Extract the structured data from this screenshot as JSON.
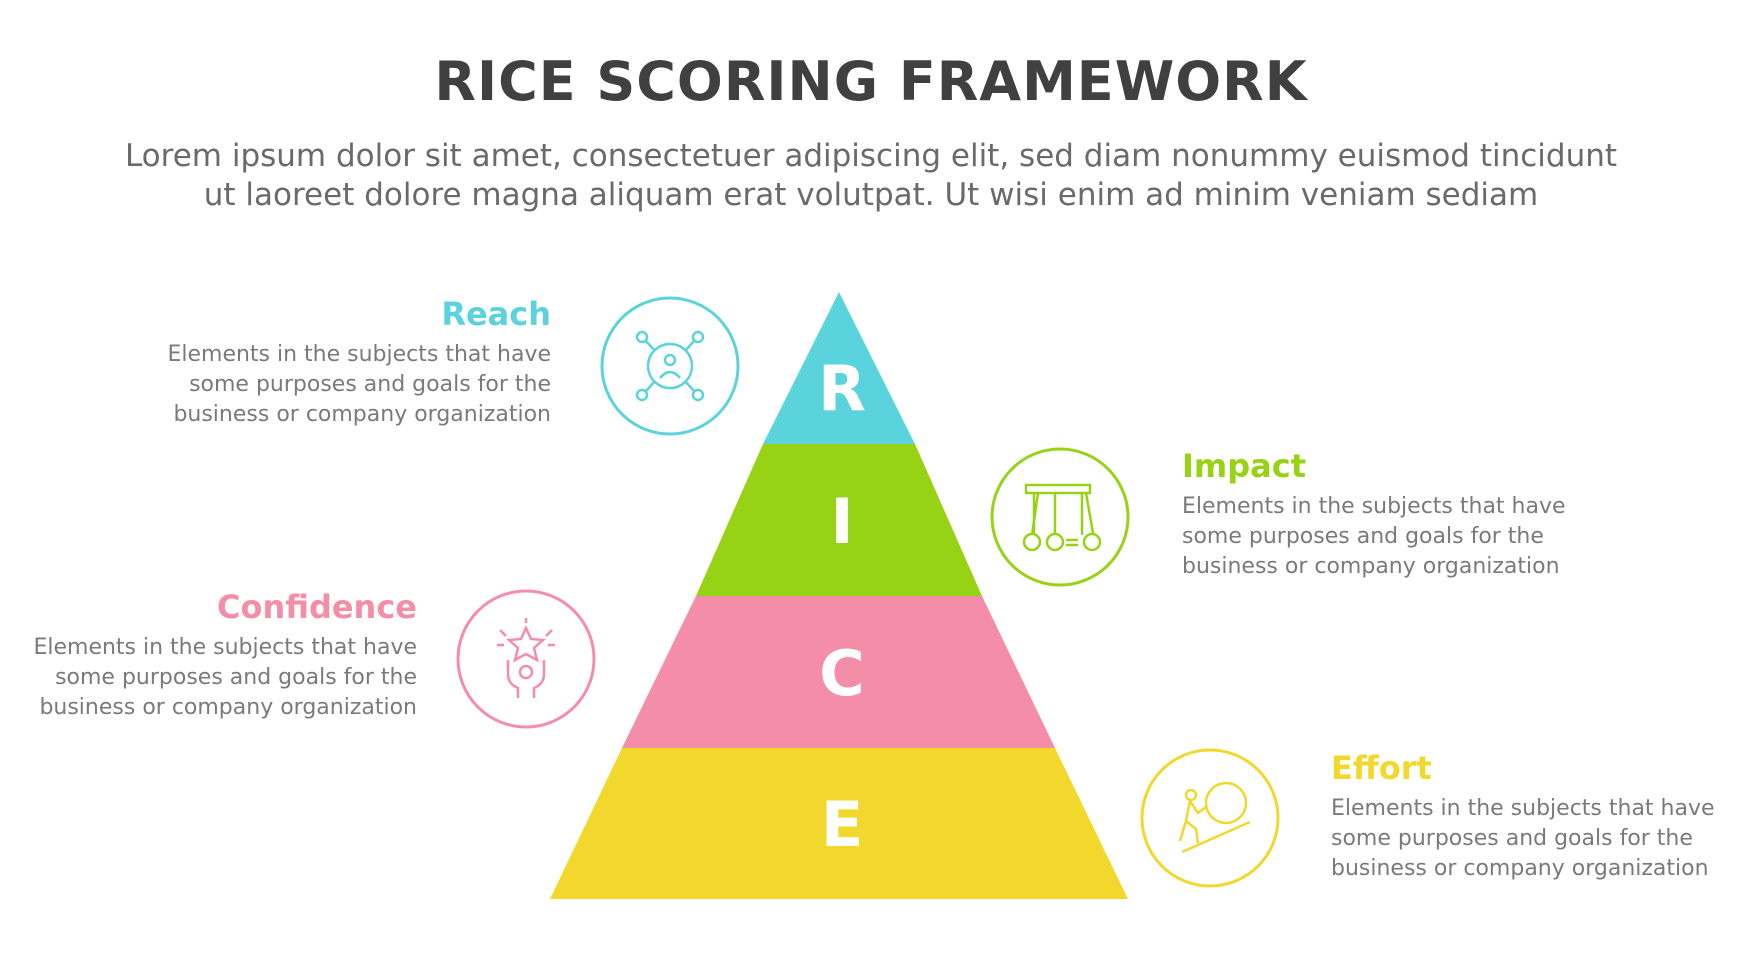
{
  "title": "RICE SCORING FRAMEWORK",
  "subtitle": [
    "Lorem ipsum dolor sit amet, consectetuer adipiscing elit, sed diam nonummy euismod tincidunt",
    "ut laoreet dolore magna aliquam erat volutpat. Ut wisi enim ad minim veniam sediam"
  ],
  "colors": {
    "reach": "#5bd3dd",
    "impact": "#97d215",
    "confidence": "#f48ea8",
    "effort": "#f2d82c",
    "title": "#404040",
    "text": "#7a7a7a"
  },
  "pyramid": {
    "letters": [
      "R",
      "I",
      "C",
      "E"
    ]
  },
  "items": {
    "reach": {
      "heading": "Reach",
      "icon": "network-user-icon",
      "lines": [
        "Elements in the subjects that have",
        "some purposes and goals for the",
        "business or company organization"
      ]
    },
    "impact": {
      "heading": "Impact",
      "icon": "newtons-cradle-icon",
      "lines": [
        "Elements in the subjects that have",
        "some purposes and goals for the",
        "business or company organization"
      ]
    },
    "confidence": {
      "heading": "Confidence",
      "icon": "hands-star-icon",
      "lines": [
        "Elements in the subjects that have",
        "some purposes and goals for the",
        "business or company organization"
      ]
    },
    "effort": {
      "heading": "Effort",
      "icon": "push-boulder-icon",
      "lines": [
        "Elements in the subjects that have",
        "some purposes and goals for the",
        "business or company organization"
      ]
    }
  }
}
